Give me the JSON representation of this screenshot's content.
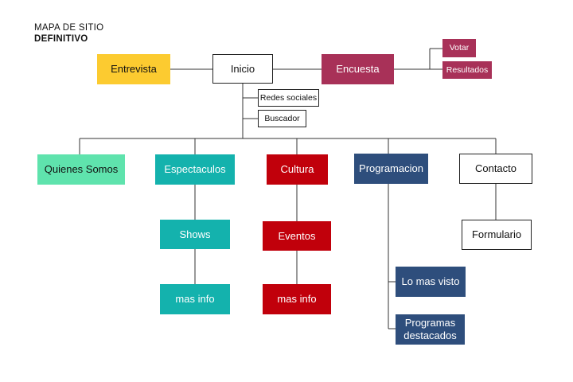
{
  "title": {
    "line1": "MAPA DE SITIO",
    "line2": "DEFINITIVO"
  },
  "nodes": {
    "entrevista": "Entrevista",
    "inicio": "Inicio",
    "encuesta": "Encuesta",
    "votar": "Votar",
    "resultados": "Resultados",
    "redes_sociales": "Redes sociales",
    "buscador": "Buscador",
    "quienes_somos": "Quienes Somos",
    "espectaculos": "Espectaculos",
    "cultura": "Cultura",
    "programacion": "Programacion",
    "contacto": "Contacto",
    "shows": "Shows",
    "mas_info_espectaculos": "mas info",
    "eventos": "Eventos",
    "mas_info_cultura": "mas info",
    "formulario": "Formulario",
    "lo_mas_visto": "Lo mas visto",
    "programas_destacados": "Programas destacados"
  },
  "colors": {
    "yellow": "#fccb30",
    "magenta": "#a83158",
    "green": "#5fe3ad",
    "teal": "#14b2ad",
    "red": "#c1000b",
    "navy": "#2e4e7c"
  }
}
